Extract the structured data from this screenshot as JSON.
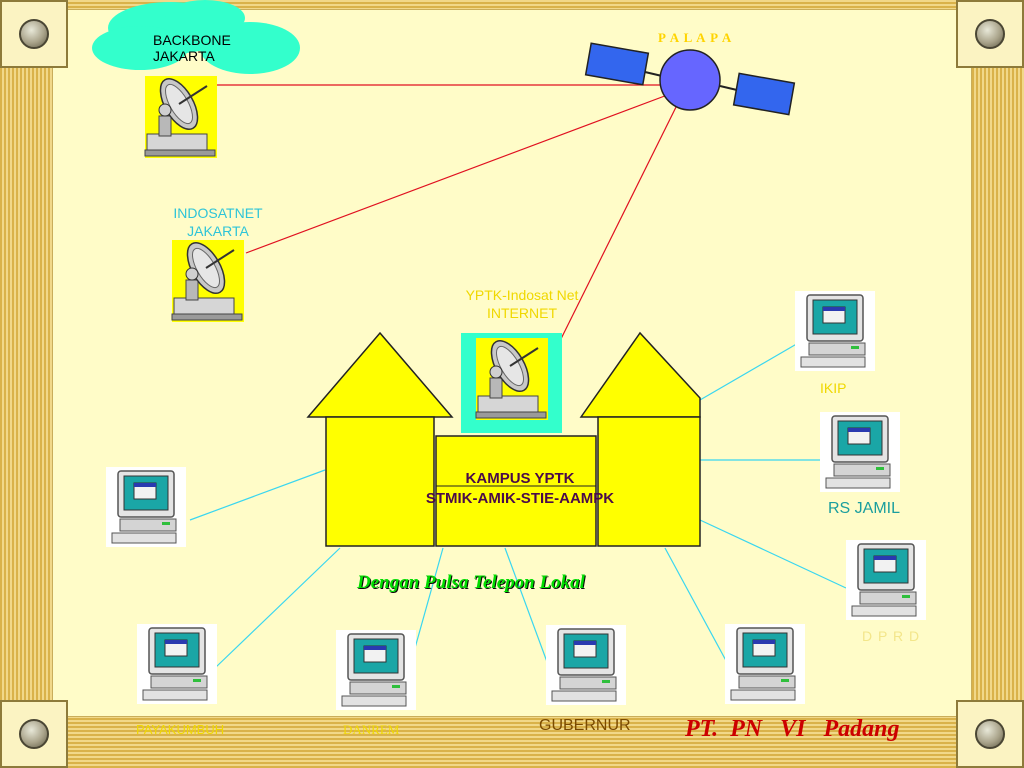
{
  "satellite": {
    "label": "P A L A P A"
  },
  "nodes": {
    "backbone": {
      "label_line1": "BACKBONE",
      "label_line2": "JAKARTA"
    },
    "indosatnet": {
      "label_line1": "INDOSATNET",
      "label_line2": "JAKARTA"
    },
    "yptk": {
      "label_line1": "YPTK-Indosat Net",
      "label_line2": "INTERNET"
    },
    "campus": {
      "label_line1": "KAMPUS YPTK",
      "label_line2": "STMIK-AMIK-STIE-AAMPK"
    },
    "ikip": {
      "label": "IKIP"
    },
    "rs_jamil": {
      "label": "RS JAMIL"
    },
    "dprd": {
      "label": "D P R D"
    },
    "payakumbuh": {
      "label": "PAYAKUMBUH"
    },
    "dansrem": {
      "label": "DANREM"
    },
    "gubernur": {
      "label": "GUBERNUR"
    }
  },
  "caption": "Dengan Pulsa Telepon Lokal",
  "footer": {
    "company": "PT.  PN   VI   Padang"
  },
  "colors": {
    "background": "#fffcc8",
    "building": "#ffff00",
    "satellite_link": "#e01020",
    "local_link": "#39d6f0",
    "cloud": "#33ffcc",
    "satellite_body": "#6666ff",
    "caption_text": "#00dd00",
    "footer_text": "#cc0000"
  }
}
